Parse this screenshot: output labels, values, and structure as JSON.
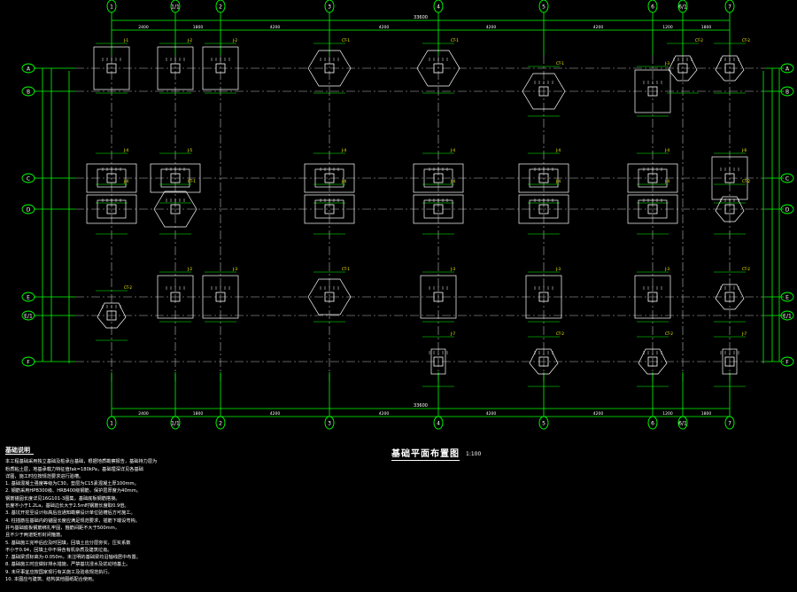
{
  "drawing": {
    "title": "基础平面布置图",
    "scale": "1:100",
    "line_color": "#00ff00",
    "footing_color": "#ffffff",
    "axis_color": "#00ff00",
    "accent_color": "#ffff00"
  },
  "axes": {
    "columns": [
      "1",
      "1/1",
      "2",
      "3",
      "4",
      "5",
      "6",
      "6/1",
      "7"
    ],
    "rows": [
      "A",
      "B",
      "C",
      "D",
      "E",
      "E/1",
      "F"
    ]
  },
  "dimensions": {
    "total": "33600",
    "spans": [
      "2400",
      "1800",
      "4200",
      "4200",
      "4200",
      "4200",
      "1200",
      "1800"
    ]
  },
  "footings": [
    {
      "c": 0,
      "r": 0,
      "shape": "rect",
      "label": "J-1"
    },
    {
      "c": 1,
      "r": 0,
      "shape": "rect",
      "label": "J-2"
    },
    {
      "c": 2,
      "r": 0,
      "shape": "rect",
      "label": "J-2"
    },
    {
      "c": 3,
      "r": 0,
      "shape": "hex",
      "label": "CT-1"
    },
    {
      "c": 4,
      "r": 0,
      "shape": "hex",
      "label": "CT-1"
    },
    {
      "c": 5,
      "r": 1,
      "shape": "hex",
      "label": "CT-1"
    },
    {
      "c": 6,
      "r": 1,
      "shape": "rect",
      "label": "J-3"
    },
    {
      "c": 7,
      "r": 0,
      "shape": "tri",
      "label": "CT-2"
    },
    {
      "c": 8,
      "r": 0,
      "shape": "tri",
      "label": "CT-2"
    },
    {
      "c": 0,
      "r": 2,
      "shape": "wide",
      "label": "J-4"
    },
    {
      "c": 1,
      "r": 2,
      "shape": "wide",
      "label": "J-5"
    },
    {
      "c": 3,
      "r": 2,
      "shape": "wide",
      "label": "J-4"
    },
    {
      "c": 4,
      "r": 2,
      "shape": "wide",
      "label": "J-4"
    },
    {
      "c": 5,
      "r": 2,
      "shape": "wide",
      "label": "J-4"
    },
    {
      "c": 6,
      "r": 2,
      "shape": "wide",
      "label": "J-4"
    },
    {
      "c": 8,
      "r": 2,
      "shape": "rect",
      "label": "J-6"
    },
    {
      "c": 0,
      "r": 3,
      "shape": "wide",
      "label": "J-4"
    },
    {
      "c": 1,
      "r": 3,
      "shape": "hex",
      "label": "CT-1"
    },
    {
      "c": 3,
      "r": 3,
      "shape": "wide",
      "label": "J-4"
    },
    {
      "c": 4,
      "r": 3,
      "shape": "wide",
      "label": "J-4"
    },
    {
      "c": 5,
      "r": 3,
      "shape": "wide",
      "label": "J-4"
    },
    {
      "c": 6,
      "r": 3,
      "shape": "wide",
      "label": "J-4"
    },
    {
      "c": 8,
      "r": 3,
      "shape": "tri",
      "label": "CT-2"
    },
    {
      "c": 0,
      "r": 5,
      "shape": "tri",
      "label": "CT-2"
    },
    {
      "c": 1,
      "r": 4,
      "shape": "rect",
      "label": "J-2"
    },
    {
      "c": 2,
      "r": 4,
      "shape": "rect",
      "label": "J-3"
    },
    {
      "c": 3,
      "r": 4,
      "shape": "hex",
      "label": "CT-1"
    },
    {
      "c": 4,
      "r": 4,
      "shape": "rect",
      "label": "J-3"
    },
    {
      "c": 5,
      "r": 4,
      "shape": "rect",
      "label": "J-3"
    },
    {
      "c": 6,
      "r": 4,
      "shape": "rect",
      "label": "J-3"
    },
    {
      "c": 8,
      "r": 4,
      "shape": "tri",
      "label": "CT-2"
    },
    {
      "c": 4,
      "r": 6,
      "shape": "small",
      "label": "J-7"
    },
    {
      "c": 5,
      "r": 6,
      "shape": "tri",
      "label": "CT-2"
    },
    {
      "c": 6,
      "r": 6,
      "shape": "tri",
      "label": "CT-2"
    },
    {
      "c": 8,
      "r": 6,
      "shape": "small",
      "label": "J-7"
    }
  ],
  "notes": {
    "heading": "基础说明",
    "lines": [
      "本工程基础采用独立基础及桩承台基础，根据地质勘察报告，基础持力层为",
      "粉质粘土层，地基承载力特征值fak=180kPa，基础埋深详见各基础",
      "详图，施工时应按规范要求进行验槽。",
      "1. 基础混凝土强度等级为C30，垫层为C15素混凝土厚100mm。",
      "2. 钢筋采用HPB300级、HRB400级钢筋，保护层厚度为40mm。",
      "   钢筋锚固长度详见16G101-3图集，基础底板钢筋搭接。",
      "   长度不小于1.2La，基础边长大于2.5m时钢筋长度取0.9倍。",
      "3. 基坑开挖至设计标高后应通知勘察设计单位验槽后方可施工。",
      "4. 柱插筋在基础内的锚固长度应满足规范要求，插筋下端设弯钩。",
      "   并与基础底板钢筋绑扎牢固，箍筋间距不大于500mm，",
      "   且不少于两道矩形封闭箍筋。",
      "5. 基础施工完毕后应及时回填，回填土应分层夯实，压实系数",
      "   不小于0.94，回填土中不得含有机杂质及建筑垃圾。",
      "7. 基础梁顶标高为-0.050m，未注明的基础梁均沿轴线居中布置。",
      "8. 基础施工时应做好排水措施，严禁基坑浸水及扰动地基土。",
      "9. 未尽事宜应按国家现行有关施工及验收规范执行。",
      "10. 本图应与建筑、结构其他图纸配合使用。"
    ]
  }
}
